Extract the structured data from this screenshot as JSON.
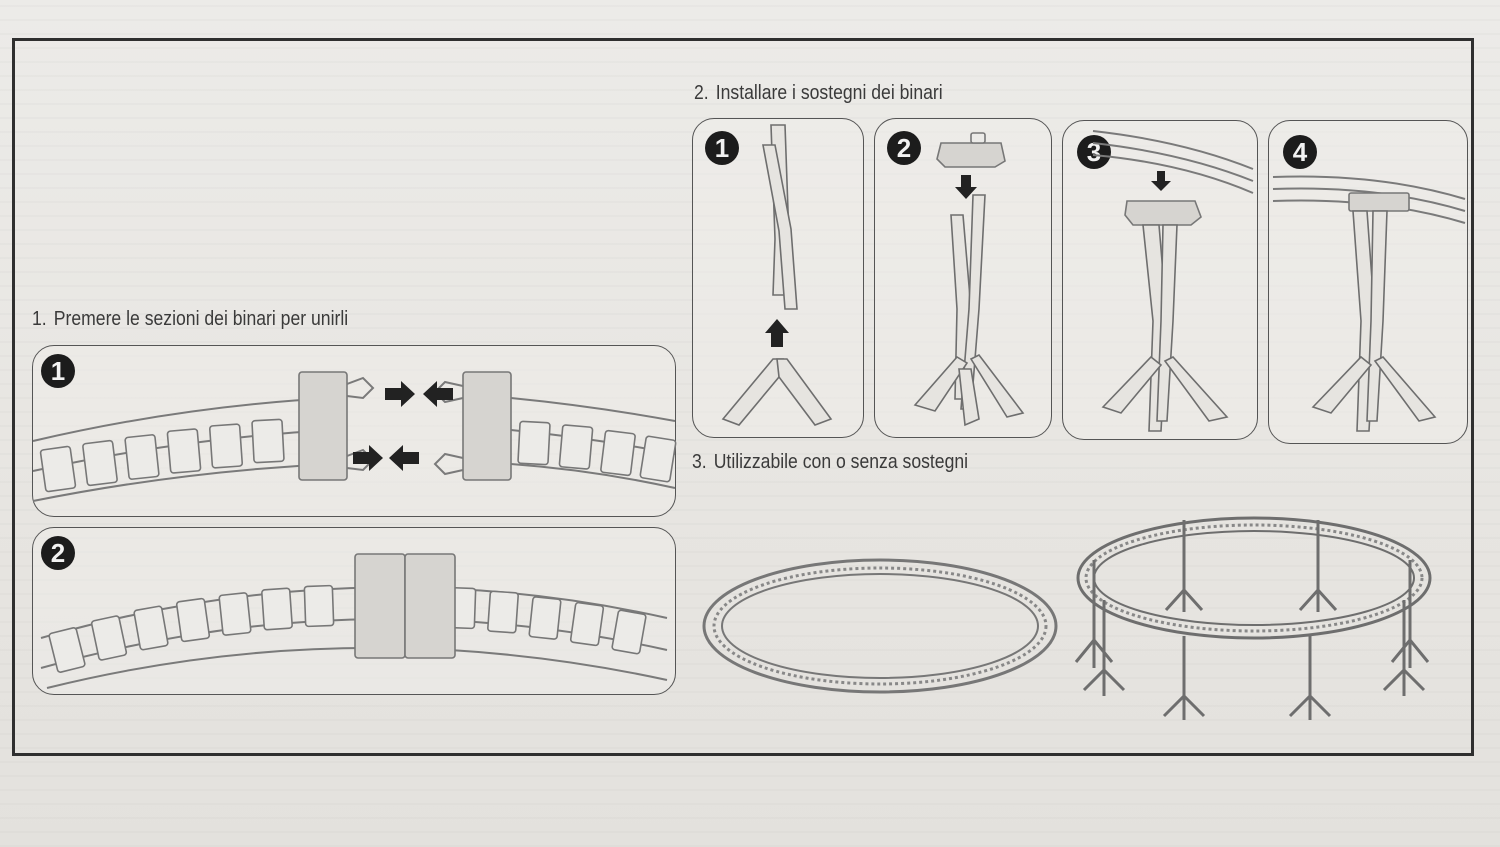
{
  "steps": {
    "s1": {
      "num": "1.",
      "title": "Premere le sezioni dei binari per unirli"
    },
    "s2": {
      "num": "2.",
      "title": "Installare i sostegni dei binari"
    },
    "s3": {
      "num": "3.",
      "title": "Utilizzabile con o senza sostegni"
    }
  },
  "badges": [
    "1",
    "2",
    "3",
    "4"
  ],
  "colors": {
    "frame": "#2f2f2f",
    "badge": "#1c1c1c",
    "line": "#6e6e6e",
    "paper": "#e9e7e3"
  },
  "icons": [
    "arrow-right-icon",
    "arrow-left-icon",
    "arrow-up-icon",
    "arrow-down-icon"
  ]
}
